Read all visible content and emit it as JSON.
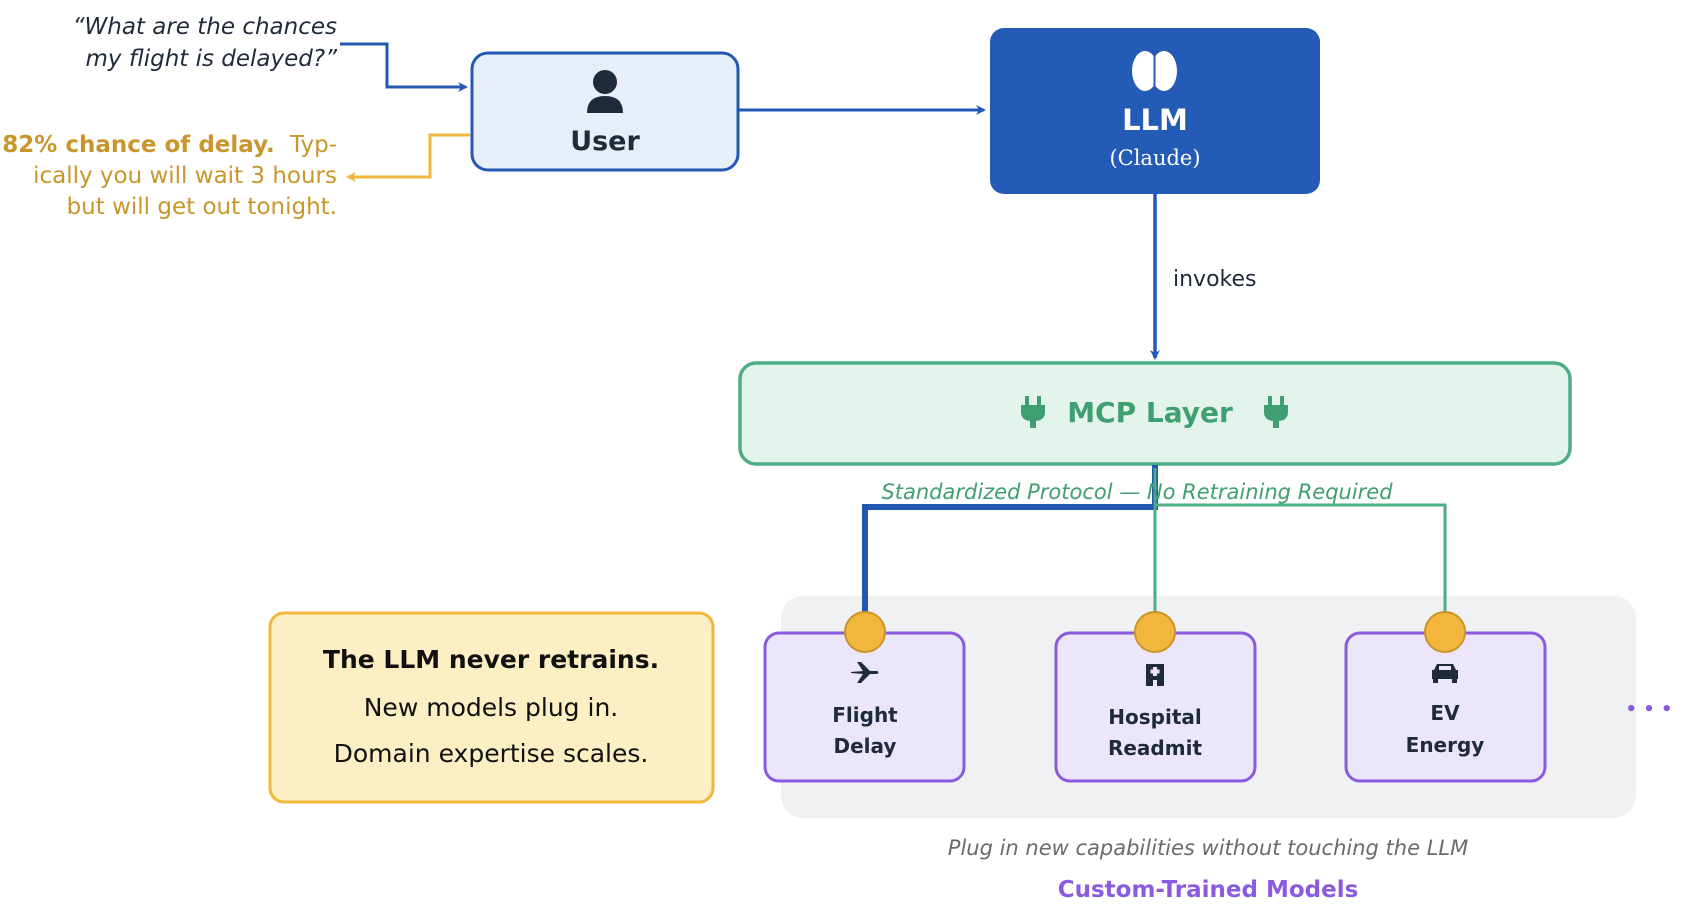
{
  "query": {
    "line1": "“What are the chances",
    "line2": "my flight is delayed?”"
  },
  "answer": {
    "bold": "82% chance of delay.",
    "line1_rest": "Typ-",
    "line2": "ically you will wait 3 hours",
    "line3": "but will get out tonight."
  },
  "user_node": {
    "label": "User",
    "icon": "user-icon"
  },
  "llm_node": {
    "label": "LLM",
    "sublabel": "(Claude)",
    "icon": "brain-icon"
  },
  "invokes_label": "invokes",
  "mcp_node": {
    "label": "MCP Layer",
    "icon": "plug-icon"
  },
  "protocol_label": "Standardized Protocol — No Retraining Required",
  "callout": {
    "title": "The LLM never retrains.",
    "line2": "New models plug in.",
    "line3": "Domain expertise scales."
  },
  "models": [
    {
      "line1": "Flight",
      "line2": "Delay",
      "icon": "airplane-icon"
    },
    {
      "line1": "Hospital",
      "line2": "Readmit",
      "icon": "hospital-icon"
    },
    {
      "line1": "EV",
      "line2": "Energy",
      "icon": "car-icon"
    }
  ],
  "more_indicator": "• • •",
  "plug_caption": "Plug in new capabilities without touching the LLM",
  "group_title": "Custom-Trained Models",
  "colors": {
    "blue": "#2358b2",
    "dark_blue": "#235bb6",
    "green": "#3f9e72",
    "mcp_fill": "#e2f4ec",
    "gold": "#f2b63c",
    "gold_text": "#c8962a",
    "purple": "#8a5bde",
    "purple_fill": "#ece6fa",
    "callout_fill": "#fcefc4",
    "panel_fill": "#f0f1f3",
    "user_fill": "#e8eef7"
  }
}
